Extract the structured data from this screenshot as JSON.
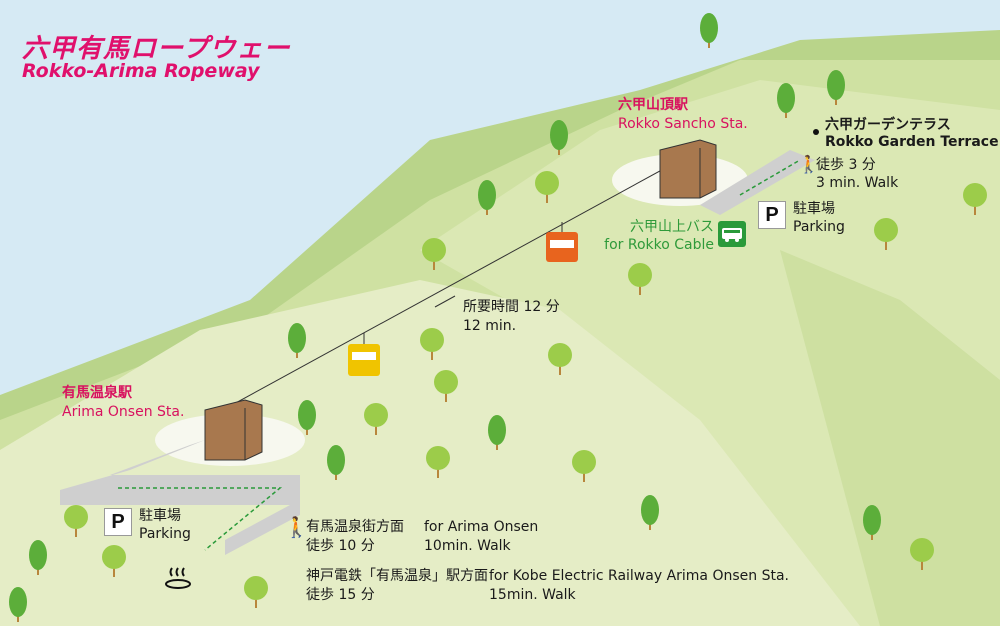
{
  "title": {
    "ja": "六甲有馬ロープウェー",
    "en": "Rokko-Arima Ropeway"
  },
  "stations": {
    "top": {
      "ja": "六甲山頂駅",
      "en": "Rokko Sancho Sta."
    },
    "bottom": {
      "ja": "有馬温泉駅",
      "en": "Arima Onsen Sta."
    }
  },
  "ride": {
    "ja": "所要時間 12 分",
    "en": "12 min."
  },
  "garden": {
    "ja": "六甲ガーデンテラス",
    "en": "Rokko Garden Terrace",
    "walk_ja": "徒歩 3 分",
    "walk_en": "3 min. Walk"
  },
  "bus": {
    "ja": "六甲山上バス",
    "en": "for Rokko Cable"
  },
  "parking_top": {
    "ja": "駐車場",
    "en": "Parking",
    "sign": "P"
  },
  "parking_bottom": {
    "ja": "駐車場",
    "en": "Parking",
    "sign": "P"
  },
  "walk_onsen": {
    "ja": "有馬温泉街方面",
    "en": "for Arima Onsen",
    "time_ja": "徒歩 10 分",
    "time_en": "10min. Walk"
  },
  "walk_rail": {
    "ja": "神戸電鉄「有馬温泉」駅方面",
    "en": "for Kobe Electric Railway Arima Onsen Sta.",
    "time_ja": "徒歩 15 分",
    "time_en": "15min. Walk"
  },
  "colors": {
    "accent": "#e0106c",
    "bus": "#2a9a3a",
    "gondola_top": "#e8641e",
    "gondola_bottom": "#f0c400"
  }
}
